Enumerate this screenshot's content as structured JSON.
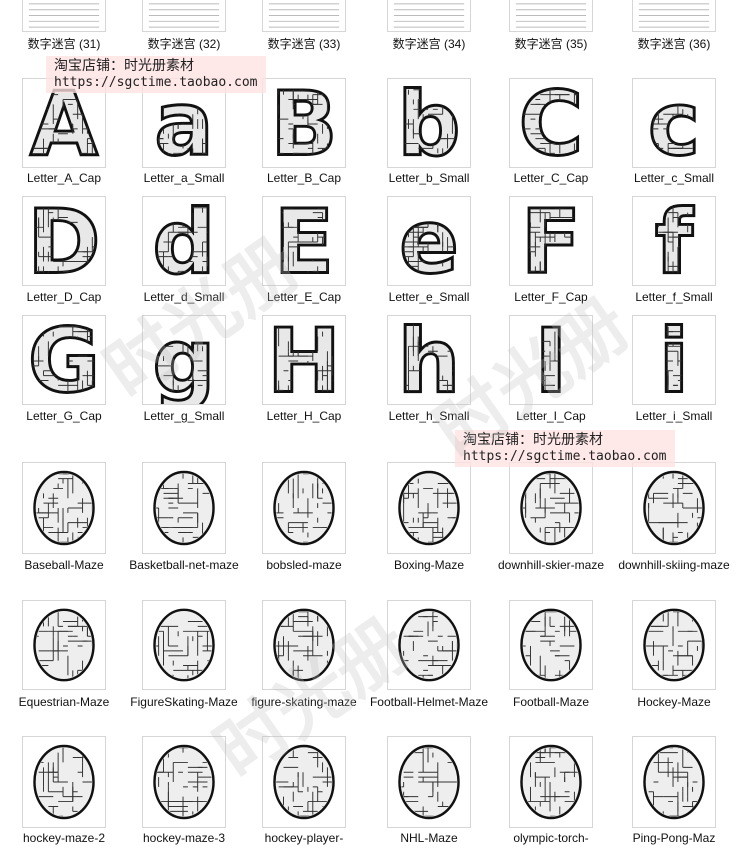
{
  "watermark": {
    "shop_label": "淘宝店铺：时光册素材",
    "shop_url": "https://sgctime.taobao.com",
    "overlay_text": "时光册"
  },
  "rows": [
    {
      "items": [
        {
          "label": "数字迷宫 (31)",
          "shape": "sheet"
        },
        {
          "label": "数字迷宫 (32)",
          "shape": "sheet"
        },
        {
          "label": "数字迷宫 (33)",
          "shape": "sheet"
        },
        {
          "label": "数字迷宫 (34)",
          "shape": "sheet"
        },
        {
          "label": "数字迷宫 (35)",
          "shape": "sheet"
        },
        {
          "label": "数字迷宫 (36)",
          "shape": "sheet"
        }
      ]
    },
    {
      "items": [
        {
          "label": "Letter_A_Cap",
          "shape": "letter",
          "glyph": "A"
        },
        {
          "label": "Letter_a_Small",
          "shape": "letter",
          "glyph": "a"
        },
        {
          "label": "Letter_B_Cap",
          "shape": "letter",
          "glyph": "B"
        },
        {
          "label": "Letter_b_Small",
          "shape": "letter",
          "glyph": "b"
        },
        {
          "label": "Letter_C_Cap",
          "shape": "letter",
          "glyph": "C"
        },
        {
          "label": "Letter_c_Small",
          "shape": "letter",
          "glyph": "c"
        }
      ]
    },
    {
      "items": [
        {
          "label": "Letter_D_Cap",
          "shape": "letter",
          "glyph": "D"
        },
        {
          "label": "Letter_d_Small",
          "shape": "letter",
          "glyph": "d"
        },
        {
          "label": "Letter_E_Cap",
          "shape": "letter",
          "glyph": "E"
        },
        {
          "label": "Letter_e_Small",
          "shape": "letter",
          "glyph": "e"
        },
        {
          "label": "Letter_F_Cap",
          "shape": "letter",
          "glyph": "F"
        },
        {
          "label": "Letter_f_Small",
          "shape": "letter",
          "glyph": "f"
        }
      ]
    },
    {
      "items": [
        {
          "label": "Letter_G_Cap",
          "shape": "letter",
          "glyph": "G"
        },
        {
          "label": "Letter_g_Small",
          "shape": "letter",
          "glyph": "g"
        },
        {
          "label": "Letter_H_Cap",
          "shape": "letter",
          "glyph": "H"
        },
        {
          "label": "Letter_h_Small",
          "shape": "letter",
          "glyph": "h"
        },
        {
          "label": "Letter_I_Cap",
          "shape": "letter",
          "glyph": "I"
        },
        {
          "label": "Letter_i_Small",
          "shape": "letter",
          "glyph": "i"
        }
      ]
    },
    {
      "items": [
        {
          "label": "Baseball-Maze",
          "shape": "blob"
        },
        {
          "label": "Basketball-net-maze",
          "shape": "blob"
        },
        {
          "label": "bobsled-maze",
          "shape": "blob"
        },
        {
          "label": "Boxing-Maze",
          "shape": "blob"
        },
        {
          "label": "downhill-skier-maze",
          "shape": "blob"
        },
        {
          "label": "downhill-skiing-maze",
          "shape": "blob"
        }
      ]
    },
    {
      "items": [
        {
          "label": "Equestrian-Maze",
          "shape": "blob"
        },
        {
          "label": "FigureSkating-Maze",
          "shape": "blob"
        },
        {
          "label": "figure-skating-maze",
          "shape": "blob"
        },
        {
          "label": "Football-Helmet-Maze",
          "shape": "blob"
        },
        {
          "label": "Football-Maze",
          "shape": "blob"
        },
        {
          "label": "Hockey-Maze",
          "shape": "blob"
        }
      ]
    },
    {
      "items": [
        {
          "label": "hockey-maze-2",
          "shape": "blob"
        },
        {
          "label": "hockey-maze-3",
          "shape": "blob"
        },
        {
          "label": "hockey-player-",
          "shape": "blob"
        },
        {
          "label": "NHL-Maze",
          "shape": "blob"
        },
        {
          "label": "olympic-torch-",
          "shape": "blob"
        },
        {
          "label": "Ping-Pong-Maz",
          "shape": "blob"
        }
      ]
    }
  ]
}
